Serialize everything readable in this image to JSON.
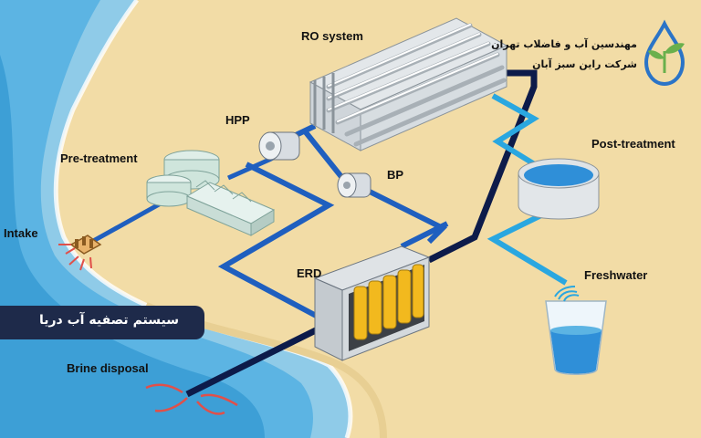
{
  "labels": {
    "ro_system": "RO system",
    "hpp": "HPP",
    "pre_treatment": "Pre-treatment",
    "post_treatment": "Post-treatment",
    "bp": "BP",
    "intake": "Intake",
    "erd": "ERD",
    "freshwater": "Freshwater",
    "brine_disposal": "Brine disposal"
  },
  "brand": {
    "line1": "مهندسین آب و فاضلاب تهران",
    "line2": "شرکت راین سبز آبان",
    "logo_icon": "water-drop-leaf-icon"
  },
  "banner": {
    "title": "سیستم تصفیه آب دریا"
  },
  "colors": {
    "sand": "#f2dca6",
    "sea_light": "#8fcbe8",
    "sea_deep": "#3d9fd6",
    "pipe_blue": "#1f5fbf",
    "pipe_navy": "#0d1b4a",
    "pipe_cyan": "#2aa7e0",
    "brine_arrow": "#e0504a",
    "banner_bg": "#1e2a4a"
  }
}
